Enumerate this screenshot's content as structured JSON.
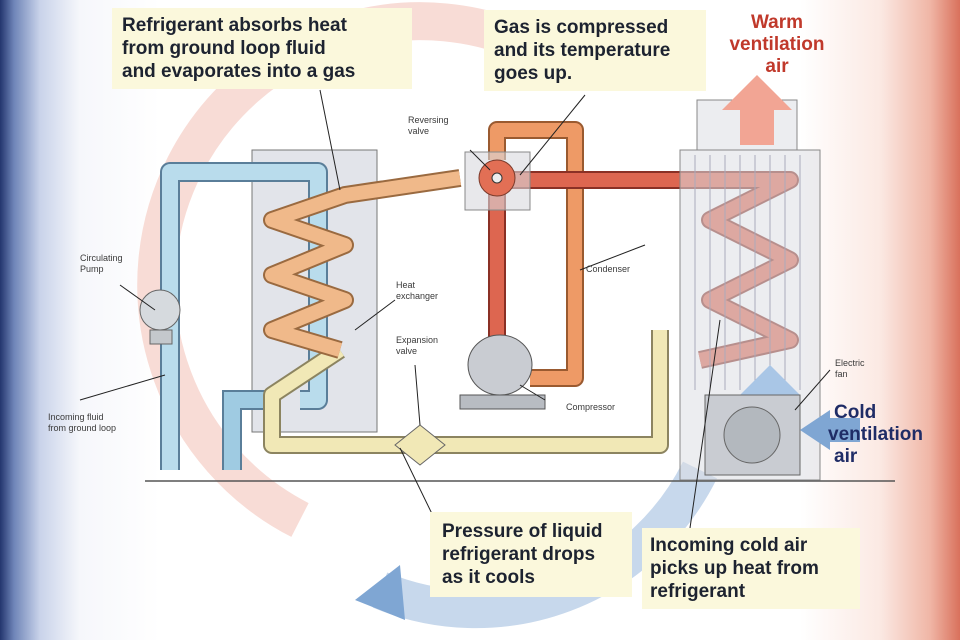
{
  "callouts": {
    "evaporate": [
      "Refrigerant absorbs heat",
      "from ground loop fluid",
      "and evaporates into a gas"
    ],
    "compress": [
      "Gas is compressed",
      "and its temperature",
      "goes up."
    ],
    "pressure": [
      "Pressure of liquid",
      "refrigerant drops",
      "as it cools"
    ],
    "coldair": [
      "Incoming cold air",
      "picks up heat from",
      "refrigerant"
    ]
  },
  "air": {
    "warm": [
      "Warm",
      "ventilation",
      "air"
    ],
    "cold": [
      "Cold",
      "ventilation",
      "air"
    ],
    "warm_color": "#c0392b",
    "cold_color": "#1f2c66"
  },
  "labels": {
    "reversing": [
      "Reversing",
      "valve"
    ],
    "pump": [
      "Circulating",
      "Pump"
    ],
    "heatex": [
      "Heat",
      "exchanger"
    ],
    "expansion": [
      "Expansion",
      "valve"
    ],
    "condenser": "Condenser",
    "fan": [
      "Electric",
      "fan"
    ],
    "compressor": "Compressor",
    "incoming": [
      "Incoming fluid",
      "from ground loop"
    ]
  }
}
